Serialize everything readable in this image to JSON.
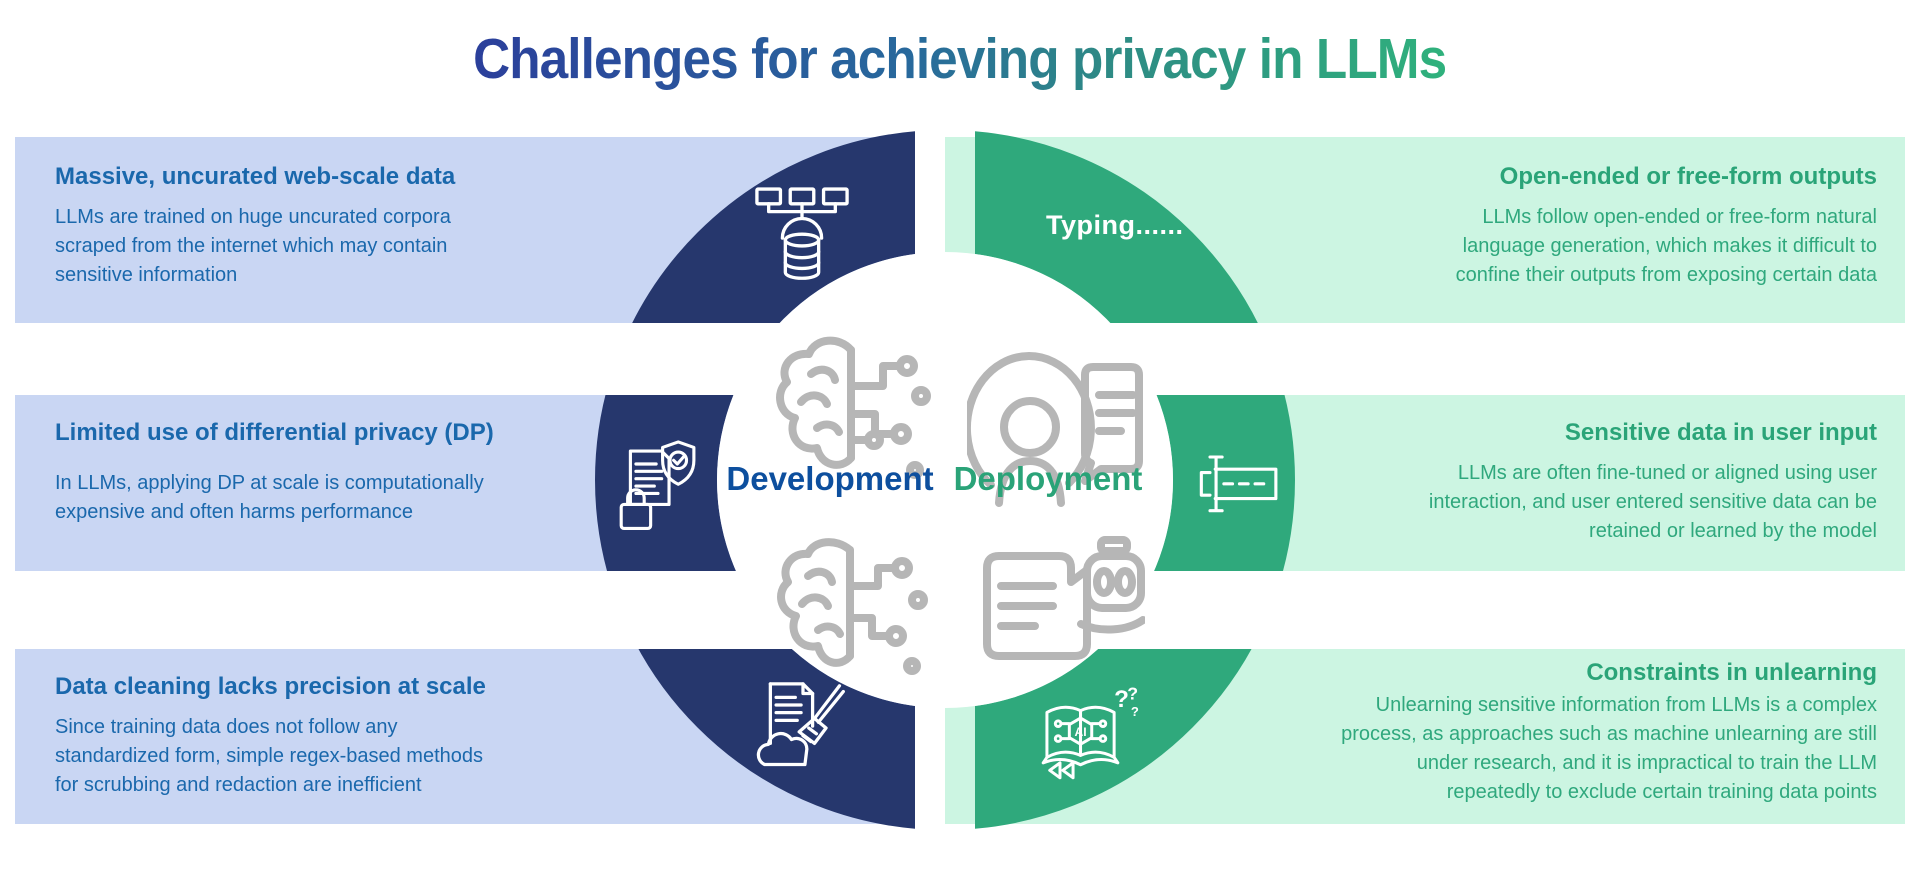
{
  "title": "Challenges for achieving privacy in LLMs",
  "colors": {
    "navy_arc": "#26376d",
    "green_arc": "#2fa97c",
    "light_blue_panel": "#c9d6f3",
    "light_green_panel": "#ccf5e2",
    "blue_text": "#1a68ac",
    "green_text": "#2fa87d",
    "development_label_color": "#0d4f9e",
    "deployment_label_color": "#2aa378",
    "center_icon_gray": "#b6b6b6",
    "title_gradient": [
      "#2b3f9b",
      "#2e8a85",
      "#2fb17c"
    ]
  },
  "center": {
    "development_label": "Development",
    "deployment_label": "Deployment",
    "typing_caption": "Typing......",
    "icons": [
      "ai-brain-circuit-icon",
      "user-with-document-icon",
      "circuit-brain-icon",
      "chat-message-robot-icon"
    ]
  },
  "arc_icons": {
    "left": [
      "web-data-scraping-icon",
      "privacy-shield-lock-icon",
      "data-cleaning-broom-icon"
    ],
    "right": [
      "text-input-cursor-icon",
      "machine-unlearning-book-icon"
    ]
  },
  "panels": {
    "left": [
      {
        "heading": "Massive, uncurated web-scale data",
        "body": "LLMs are trained on huge uncurated corpora scraped from the internet which may contain sensitive information"
      },
      {
        "heading": "Limited use of differential privacy (DP)",
        "body": "In LLMs, applying DP at scale is computationally expensive and often harms performance"
      },
      {
        "heading": "Data cleaning lacks precision at scale",
        "body": "Since training data does not follow any standardized form, simple regex-based methods for scrubbing and redaction are inefficient"
      }
    ],
    "right": [
      {
        "heading": "Open-ended or free-form outputs",
        "body": "LLMs follow open-ended or free-form natural language generation, which makes it difficult to confine their outputs from exposing certain data"
      },
      {
        "heading": "Sensitive data in user input",
        "body": "LLMs are often fine-tuned or aligned using user interaction, and user entered sensitive data can be retained or learned by the model"
      },
      {
        "heading": "Constraints in unlearning",
        "body": "Unlearning sensitive information from LLMs is a complex process, as approaches such as machine unlearning are still under research, and it is impractical to train the LLM repeatedly to exclude certain training data points"
      }
    ]
  }
}
